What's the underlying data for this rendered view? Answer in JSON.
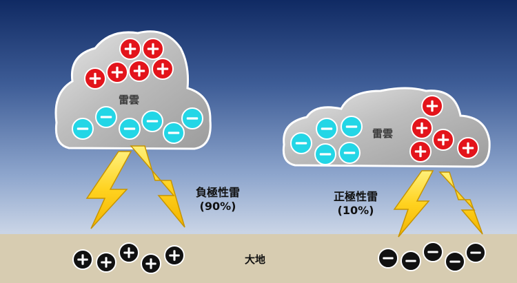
{
  "labels": {
    "cloud_left": "雷雲",
    "cloud_right": "雷雲",
    "negative_type": "負極性雷",
    "negative_pct": "(90%)",
    "positive_type": "正極性雷",
    "positive_pct": "(10%)",
    "ground": "大地"
  },
  "colors": {
    "positive_charge": "#e3141b",
    "negative_charge": "#23d6e6",
    "ground_charge": "#111111",
    "lightning": "#ffd21f",
    "cloud": "#c9c9c9",
    "ground": "#d7ccb1"
  }
}
